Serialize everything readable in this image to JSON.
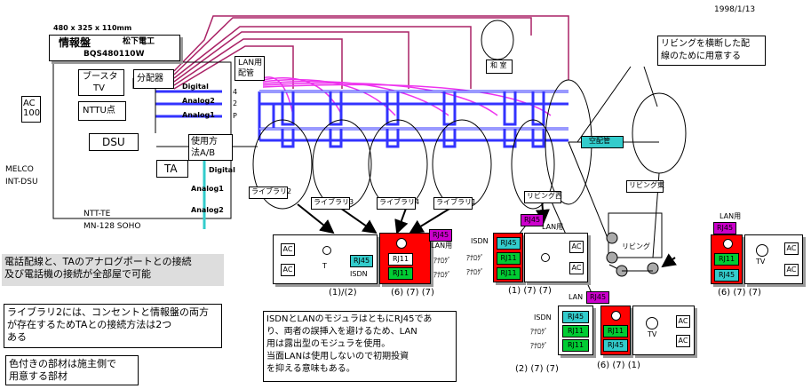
{
  "date": "1998/1/13",
  "panel": {
    "size": "480 x 325 x 110mm",
    "title": "情報盤",
    "maker": "松下電工",
    "model": "BQS480110W",
    "booster": "ブースタ",
    "tv": "TV",
    "splitter": "分配器",
    "ntt": "NTTU点",
    "ac100": "AC\n100",
    "dsu": "DSU",
    "melco": "MELCO\nINT-DSU",
    "ta": "TA",
    "ntt_te": "NTT-TE\nMN-128 SOHO",
    "method": "使用方\n法A/B",
    "lan_pipe": "LAN用\n配管",
    "ports": {
      "digital": "Digital",
      "analog2": "Analog2",
      "analog1": "Analog1",
      "p4": "4",
      "p2": "2",
      "p_p": "P"
    },
    "ta_ports": {
      "digital": "Digital",
      "analog1": "Analog1",
      "analog2": "Analog2"
    }
  },
  "rooms": {
    "wa": "和 室",
    "living_west": "リビング西",
    "living_east": "リビング東",
    "living": "リビング",
    "lib2": "ライブラリ2",
    "lib3": "ライブラリ3",
    "lib4": "ライブラリ4",
    "lib1": "ライブラリ1",
    "empty_pipe": "空配管",
    "living_note": "リビングを横断した配\n線のために用意する"
  },
  "panels": {
    "p1": {
      "ac": "AC",
      "ac2": "AC",
      "t": "T",
      "isdn": "ISDN",
      "rj45": "RJ45",
      "caption": "(1)/(2)"
    },
    "p2": {
      "rj45": "RJ45",
      "lan": "LAN用",
      "rj11a": "RJ11",
      "rj11b": "RJ11",
      "analog_a": "ｱﾅﾛｸﾞ",
      "analog_b": "ｱﾅﾛｸﾞ",
      "caption": "(6)  (7)  (7)"
    },
    "p3": {
      "rj45_top": "RJ45",
      "lan": "LAN用",
      "isdn": "ISDN",
      "analog_a": "ｱﾅﾛｸﾞ",
      "analog_b": "ｱﾅﾛｸﾞ",
      "rj45": "RJ45",
      "rj11a": "RJ11",
      "rj11b": "RJ11",
      "ac": "AC",
      "ac2": "AC",
      "caption": "(1) (7) (7)"
    },
    "p4": {
      "lan": "LAN用",
      "rj45_top": "RJ45",
      "rj11a": "RJ11",
      "rj45": "RJ45",
      "tv": "TV",
      "ac": "AC",
      "ac2": "AC",
      "caption": "(6)  (7)  (7)"
    },
    "p5": {
      "lan": "LAN",
      "rj45_top": "RJ45",
      "isdn": "ISDN",
      "analog_a": "ｱﾅﾛｸﾞ",
      "analog_b": "ｱﾅﾛｸﾞ",
      "rj45": "RJ45",
      "rj11a": "RJ11",
      "rj11b": "RJ11",
      "rj11c": "RJ11",
      "rj45b": "RJ45",
      "tv": "TV",
      "ac": "AC",
      "ac2": "AC",
      "caption_a": "(2)  (7)  (7)",
      "caption_b": "(6) (7) (1)"
    }
  },
  "notes": {
    "n1": "電話配線と、TAのアナログポートとの接続\n及び電話機の接続が全部屋で可能",
    "n2": "ライブラリ2には、コンセントと情報盤の両方\nが存在するためTAとの接続方法は2つ\nある",
    "n3": "色付きの部材は施主側で\n用意する部材",
    "n4": "ISDNとLANのモジュラはともにRJ45であ\nり、両者の誤挿入を避けるため、LAN\n用は露出型のモジュラを使用。\n当面LANは使用しないので初期投資\nを抑える意味もある。"
  },
  "colors": {
    "red": "#ff0000",
    "magenta": "#cc00cc",
    "cyan": "#33cccc",
    "green": "#00cc33",
    "blue": "#0000ff",
    "pink": "#ee33ee",
    "pipe_blue": "#3333ff"
  }
}
